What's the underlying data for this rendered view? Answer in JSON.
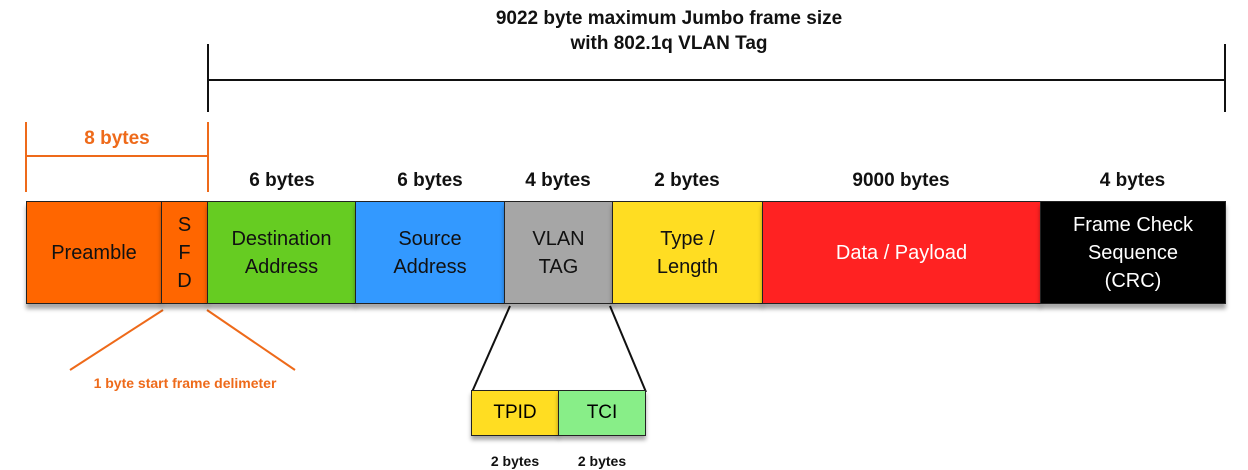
{
  "header": {
    "title_line1": "9022 byte maximum Jumbo frame size",
    "title_line2": "with 802.1q VLAN Tag"
  },
  "preamble_span": {
    "label": "8 bytes",
    "color": "#ee6a1a"
  },
  "segments": [
    {
      "label": "Preamble",
      "bytes": "",
      "color": "#ff6600",
      "text_color": "#111111"
    },
    {
      "label": "S\nF\nD",
      "bytes": "",
      "color": "#ff6600",
      "text_color": "#111111"
    },
    {
      "label": "Destination\nAddress",
      "bytes": "6 bytes",
      "color": "#66cc22",
      "text_color": "#111111"
    },
    {
      "label": "Source\nAddress",
      "bytes": "6 bytes",
      "color": "#3399ff",
      "text_color": "#111111"
    },
    {
      "label": "VLAN\nTAG",
      "bytes": "4 bytes",
      "color": "#a6a6a6",
      "text_color": "#111111"
    },
    {
      "label": "Type /\nLength",
      "bytes": "2 bytes",
      "color": "#ffdd22",
      "text_color": "#111111"
    },
    {
      "label": "Data / Payload",
      "bytes": "9000 bytes",
      "color": "#ff2222",
      "text_color": "#ffffff"
    },
    {
      "label": "Frame Check\nSequence\n(CRC)",
      "bytes": "4 bytes",
      "color": "#000000",
      "text_color": "#ffffff"
    }
  ],
  "vlan_subfields": [
    {
      "label": "TPID",
      "bytes": "2 bytes",
      "color": "#ffdd22"
    },
    {
      "label": "TCI",
      "bytes": "2 bytes",
      "color": "#88ee88"
    }
  ],
  "sfd_note": "1 byte start frame delimeter"
}
